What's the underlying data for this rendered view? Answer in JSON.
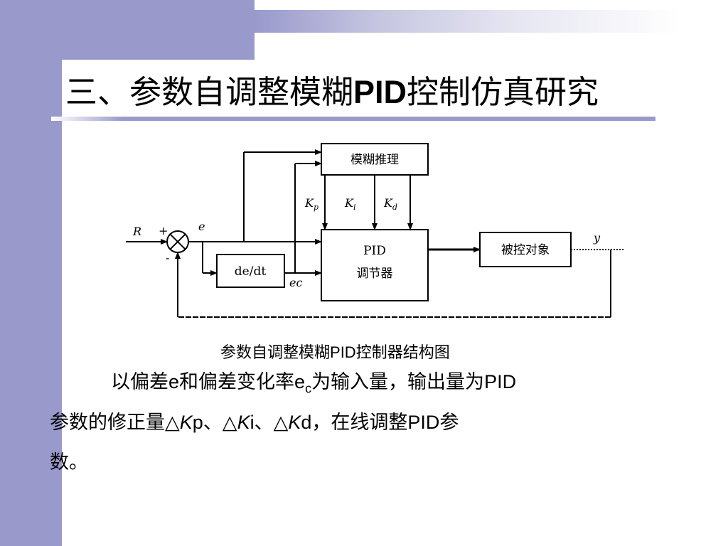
{
  "title": {
    "part1": "三、参数自调整模糊",
    "part2": "PID",
    "part3": "控制仿真研究"
  },
  "diagram": {
    "fuzzy_block": "模糊推理",
    "pid_block_line1": "PID",
    "pid_block_line2": "调节器",
    "derivative_block": "de/dt",
    "plant_block": "被控对象",
    "label_R": "R",
    "label_plus": "+",
    "label_minus": "-",
    "label_e": "e",
    "label_ec": "ec",
    "label_y": "y",
    "label_kp_main": "K",
    "label_kp_sub": "p",
    "label_ki_main": "K",
    "label_ki_sub": "i",
    "label_kd_main": "K",
    "label_kd_sub": "d"
  },
  "caption": {
    "part1": "参数自调整模糊",
    "part2": "PID",
    "part3": "控制器结构图"
  },
  "body": {
    "l1_a": "以偏差",
    "l1_b": "e",
    "l1_c": "和偏差变化率",
    "l1_d": "e",
    "l1_sub": "c",
    "l1_e": "为输入量，输出量为",
    "l1_f": "PID",
    "l2_a": "参数的修正量△",
    "l2_k1": "K",
    "l2_p": "p",
    "l2_b": "、△",
    "l2_k2": "K",
    "l2_i": "i",
    "l2_c": "、△",
    "l2_k3": "K",
    "l2_d": "d",
    "l2_e": "，在线调整",
    "l2_f": "PID",
    "l2_g": "参",
    "l3": "数。"
  },
  "colors": {
    "accent": "#9999cc"
  }
}
